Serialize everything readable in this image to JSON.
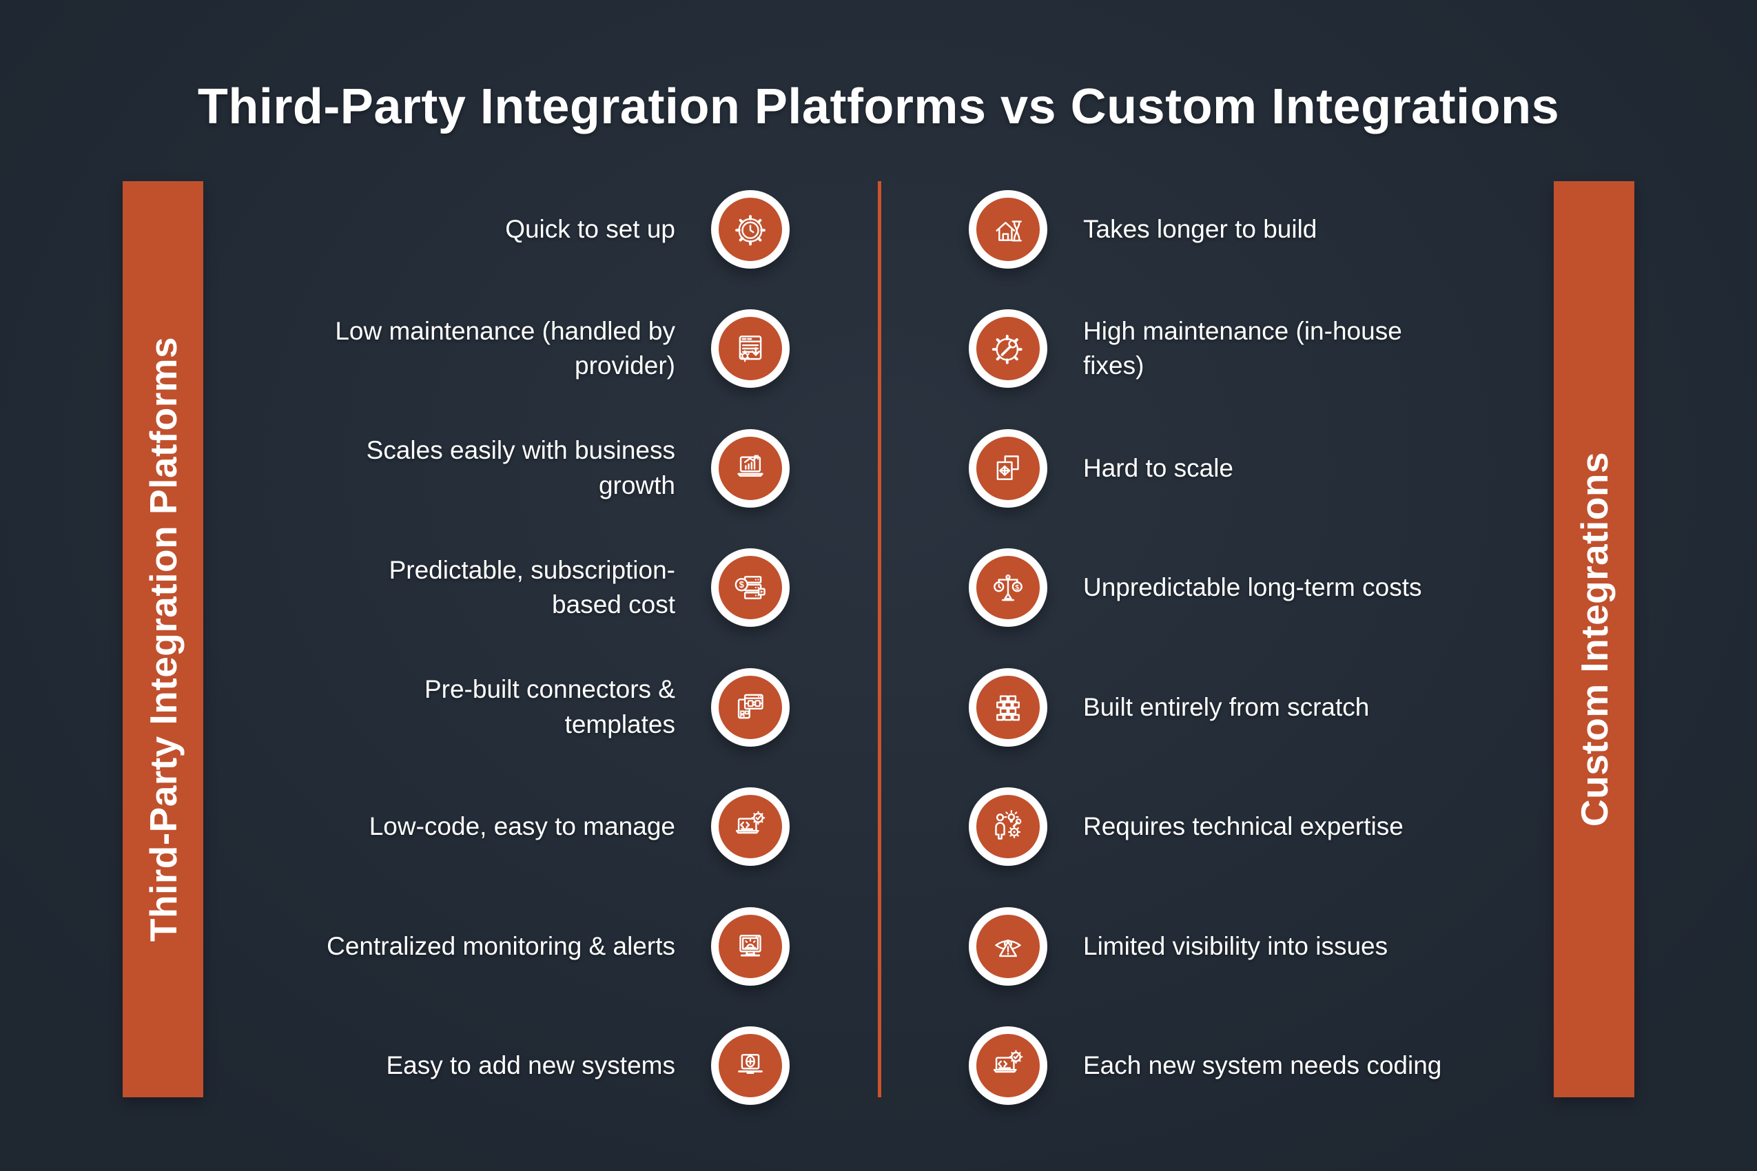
{
  "title": "Third-Party Integration Platforms vs Custom Integrations",
  "colors": {
    "background": "#232C38",
    "accent_orange": "#C1502D",
    "divider_orange": "#CC532C",
    "text": "#FFFFFF"
  },
  "left_banner": {
    "label": "Third-Party Integration Platforms"
  },
  "right_banner": {
    "label": "Custom Integrations"
  },
  "left_column": {
    "items": [
      {
        "label": "Quick to set up",
        "icon": "gear-clock-icon"
      },
      {
        "label": "Low maintenance (handled by\nprovider)",
        "icon": "browser-gear-download-icon"
      },
      {
        "label": "Scales easily with business\ngrowth",
        "icon": "laptop-growth-chart-icon"
      },
      {
        "label": "Predictable, subscription-\nbased cost",
        "icon": "servers-dollar-icon"
      },
      {
        "label": "Pre-built connectors &\ntemplates",
        "icon": "windows-plug-icon"
      },
      {
        "label": "Low-code, easy to manage",
        "icon": "laptop-code-gear-icon"
      },
      {
        "label": "Centralized monitoring & alerts",
        "icon": "monitor-alarm-icon"
      },
      {
        "label": "Easy to add new systems",
        "icon": "laptop-add-icon"
      }
    ]
  },
  "right_column": {
    "items": [
      {
        "label": "Takes longer to build",
        "icon": "house-hourglass-icon"
      },
      {
        "label": "High maintenance (in-house\nfixes)",
        "icon": "gear-wrench-icon"
      },
      {
        "label": "Hard to scale",
        "icon": "squares-resize-arrows-icon"
      },
      {
        "label": "Unpredictable long-term costs",
        "icon": "scale-time-money-icon"
      },
      {
        "label": "Built entirely from scratch",
        "icon": "brick-wall-icon"
      },
      {
        "label": "Requires technical expertise",
        "icon": "person-skills-icon"
      },
      {
        "label": "Limited visibility into issues",
        "icon": "eye-warning-icon"
      },
      {
        "label": "Each new system needs coding",
        "icon": "laptop-code-gear-icon"
      }
    ]
  }
}
